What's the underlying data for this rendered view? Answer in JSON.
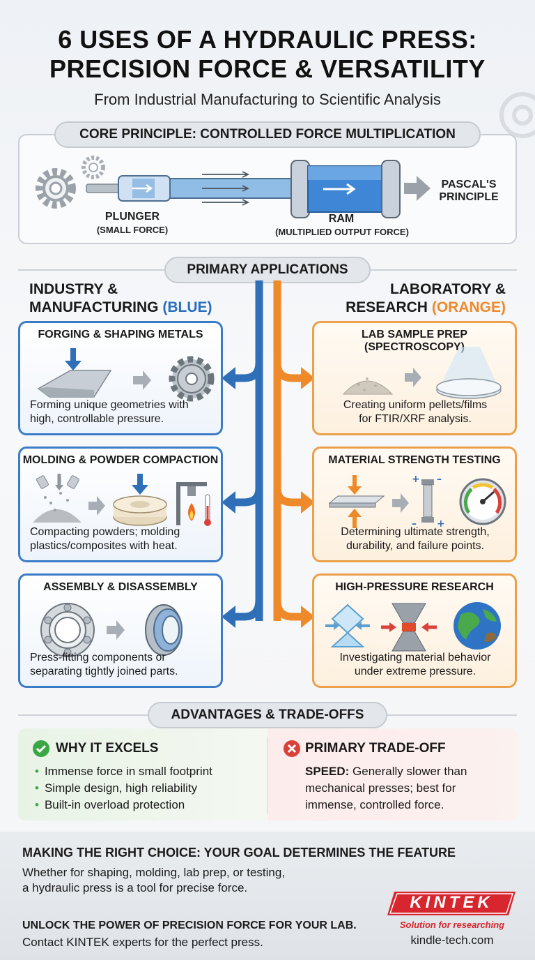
{
  "header": {
    "title_line1": "6 USES OF A HYDRAULIC PRESS:",
    "title_line2": "PRECISION FORCE & VERSATILITY",
    "subtitle": "From Industrial Manufacturing to Scientific Analysis"
  },
  "core": {
    "pill": "CORE PRINCIPLE: CONTROLLED FORCE MULTIPLICATION",
    "plunger": "PLUNGER",
    "plunger_sub": "(SMALL FORCE)",
    "ram": "RAM",
    "ram_sub": "(MULTIPLIED OUTPUT FORCE)",
    "principle_line1": "PASCAL'S",
    "principle_line2": "PRINCIPLE"
  },
  "applications": {
    "pill": "PRIMARY APPLICATIONS",
    "industry_head_line1": "INDUSTRY &",
    "industry_head_line2": "MANUFACTURING",
    "industry_tag": "(BLUE)",
    "lab_head_line1": "LABORATORY &",
    "lab_head_line2": "RESEARCH",
    "lab_tag": "(ORANGE)",
    "industry_cards": [
      {
        "title": "FORGING & SHAPING METALS",
        "desc_line1": "Forming unique geometries with",
        "desc_line2": "high, controllable pressure."
      },
      {
        "title": "MOLDING & POWDER COMPACTION",
        "desc_line1": "Compacting powders; molding",
        "desc_line2": "plastics/composites with heat."
      },
      {
        "title": "ASSEMBLY & DISASSEMBLY",
        "desc_line1": "Press-fitting components or",
        "desc_line2": "separating tightly joined parts."
      }
    ],
    "lab_cards": [
      {
        "title": "LAB SAMPLE PREP (SPECTROSCOPY)",
        "desc_line1": "Creating uniform pellets/films",
        "desc_line2": "for FTIR/XRF analysis."
      },
      {
        "title": "MATERIAL STRENGTH TESTING",
        "desc_line1": "Determining ultimate strength,",
        "desc_line2": "durability, and failure points."
      },
      {
        "title": "HIGH-PRESSURE RESEARCH",
        "desc_line1": "Investigating material behavior",
        "desc_line2": "under extreme pressure."
      }
    ]
  },
  "advantages": {
    "pill": "ADVANTAGES & TRADE-OFFS",
    "excels_head": "WHY IT EXCELS",
    "excels_items": [
      "Immense force in small footprint",
      "Simple design, high reliability",
      "Built-in overload protection"
    ],
    "tradeoff_head": "PRIMARY TRADE-OFF",
    "tradeoff_label": "SPEED:",
    "tradeoff_line1": "Generally slower than",
    "tradeoff_line2": "mechanical presses; best for",
    "tradeoff_line3": "immense, controlled force."
  },
  "footer": {
    "choice_head": "MAKING THE RIGHT CHOICE: YOUR GOAL DETERMINES THE FEATURE",
    "choice_line1": "Whether for shaping, molding, lab prep, or testing,",
    "choice_line2": "a hydraulic press is a tool for precise force.",
    "cta_head": "UNLOCK THE POWER OF PRECISION FORCE FOR YOUR LAB.",
    "cta_line": "Contact KINTEK experts for the perfect press.",
    "logo_text": "KINTEK",
    "logo_tagline": "Solution for researching",
    "website": "kindle-tech.com"
  },
  "colors": {
    "industry": "#2a6fbf",
    "lab": "#ee8a2a",
    "excels": "#3aa644",
    "tradeoff": "#d9413b",
    "logo": "#d8262e"
  }
}
